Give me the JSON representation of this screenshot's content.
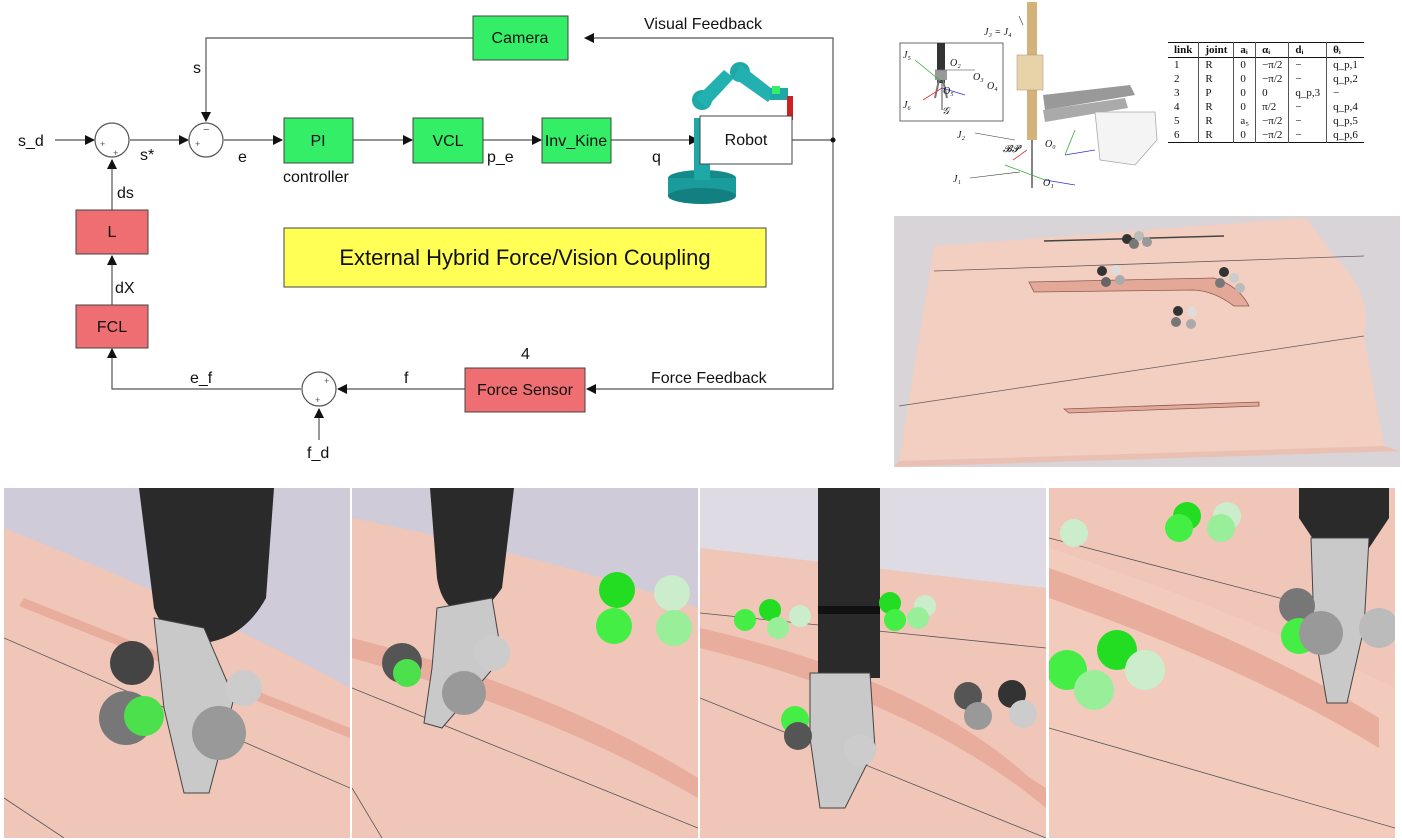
{
  "diagram": {
    "blocks": {
      "camera": "Camera",
      "pi": "PI",
      "vcl": "VCL",
      "inv_kine": "Inv_Kine",
      "robot": "Robot",
      "l": "L",
      "fcl": "FCL",
      "force_sensor": "Force Sensor"
    },
    "labels": {
      "visual_feedback": "Visual Feedback",
      "force_feedback": "Force Feedback",
      "controller": "controller",
      "s": "s",
      "s_d": "s_d",
      "s_star": "s*",
      "e": "e",
      "p_e": "p_e",
      "q": "q",
      "ds": "ds",
      "dX": "dX",
      "e_f": "e_f",
      "f": "f",
      "f_d": "f_d",
      "four": "4"
    },
    "sum_signs": {
      "plus": "+",
      "minus": "−"
    },
    "banner": "External Hybrid Force/Vision Coupling",
    "colors": {
      "green_block": "#33ee66",
      "red_block": "#ee6e72",
      "banner": "#ffff55"
    }
  },
  "kinematics": {
    "labels": {
      "j3j4": "J₃ = J₄",
      "j5": "J₅",
      "j6": "J₆",
      "j2": "J₂",
      "j1": "J₁",
      "o2": "O₂",
      "o3": "O₃",
      "o4": "O₄",
      "o5": "O₅",
      "o0": "O₀",
      "o1": "O₁",
      "g": "𝒢",
      "bp": "𝓑𝓟"
    },
    "table": {
      "headers": [
        "link",
        "joint",
        "aᵢ",
        "αᵢ",
        "dᵢ",
        "θᵢ"
      ],
      "rows": [
        [
          "1",
          "R",
          "0",
          "−π/2",
          "−",
          "q_p,1"
        ],
        [
          "2",
          "R",
          "0",
          "−π/2",
          "−",
          "q_p,2"
        ],
        [
          "3",
          "P",
          "0",
          "0",
          "q_p,3",
          "−"
        ],
        [
          "4",
          "R",
          "0",
          "π/2",
          "−",
          "q_p,4"
        ],
        [
          "5",
          "R",
          "a₅",
          "−π/2",
          "−",
          "q_p,5"
        ],
        [
          "6",
          "R",
          "0",
          "−π/2",
          "−",
          "q_p,6"
        ]
      ]
    }
  }
}
